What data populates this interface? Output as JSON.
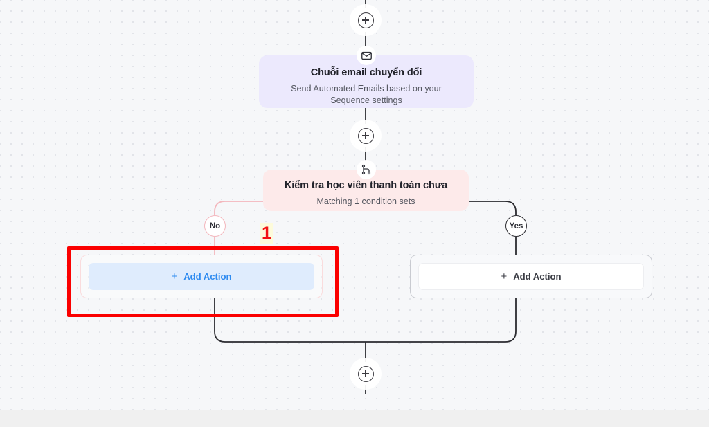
{
  "canvas": {
    "background_color": "#f6f7f9",
    "dot_color": "#e2e4e9",
    "footer_color": "#f0f0f0"
  },
  "nodes": {
    "email": {
      "icon": "mail-icon",
      "title": "Chuỗi email chuyển đổi",
      "subtitle_line1": "Send Automated Emails based on your",
      "subtitle_line2": "Sequence settings",
      "fill_color": "#ece9fd"
    },
    "condition": {
      "icon": "branch-icon",
      "title": "Kiểm tra học viên thanh toán chưa",
      "subtitle": "Matching 1 condition sets",
      "fill_color": "#fdeaea"
    }
  },
  "branches": {
    "no": {
      "label": "No",
      "border_color": "#f3b6bc",
      "add_action_label": "Add Action",
      "add_action_plus": "+",
      "add_action_color": "#2f8bf0",
      "add_action_bg": "#dfecfd"
    },
    "yes": {
      "label": "Yes",
      "border_color": "#2b2b30",
      "add_action_label": "Add Action",
      "add_action_plus": "+",
      "add_action_color": "#3c3e46",
      "add_action_bg": "#ffffff"
    }
  },
  "connectors": {
    "add_top": "+",
    "add_middle": "+",
    "add_bottom": "+"
  },
  "annotation": {
    "number": "1",
    "box_color": "#fb0000",
    "number_color": "#f21212",
    "number_highlight": "#fdfbdb"
  }
}
